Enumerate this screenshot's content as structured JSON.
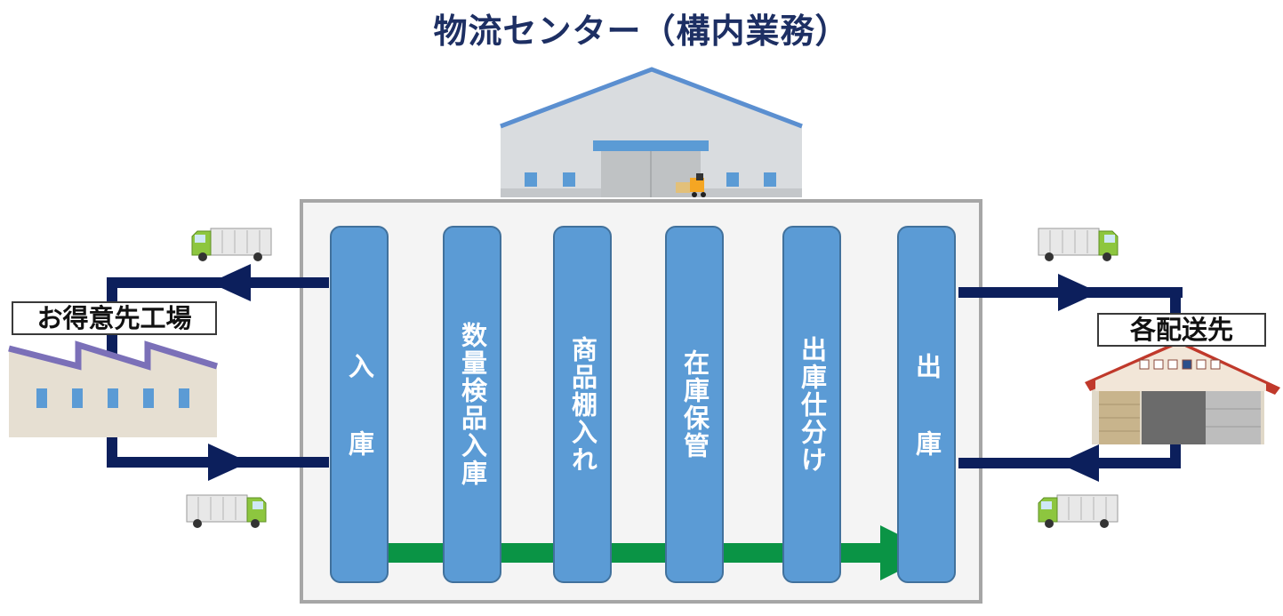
{
  "title": "物流センター（構内業務）",
  "processes": [
    {
      "label": "入庫"
    },
    {
      "label": "数量検品入庫"
    },
    {
      "label": "商品棚入れ"
    },
    {
      "label": "在庫保管"
    },
    {
      "label": "出庫仕分け"
    },
    {
      "label": "出庫"
    }
  ],
  "left_label": "お得意先工場",
  "right_label": "各配送先",
  "colors": {
    "title": "#1d2f63",
    "column": "#5b9bd5",
    "arrow": "#0c1f5c",
    "flow": "#0a9445"
  }
}
